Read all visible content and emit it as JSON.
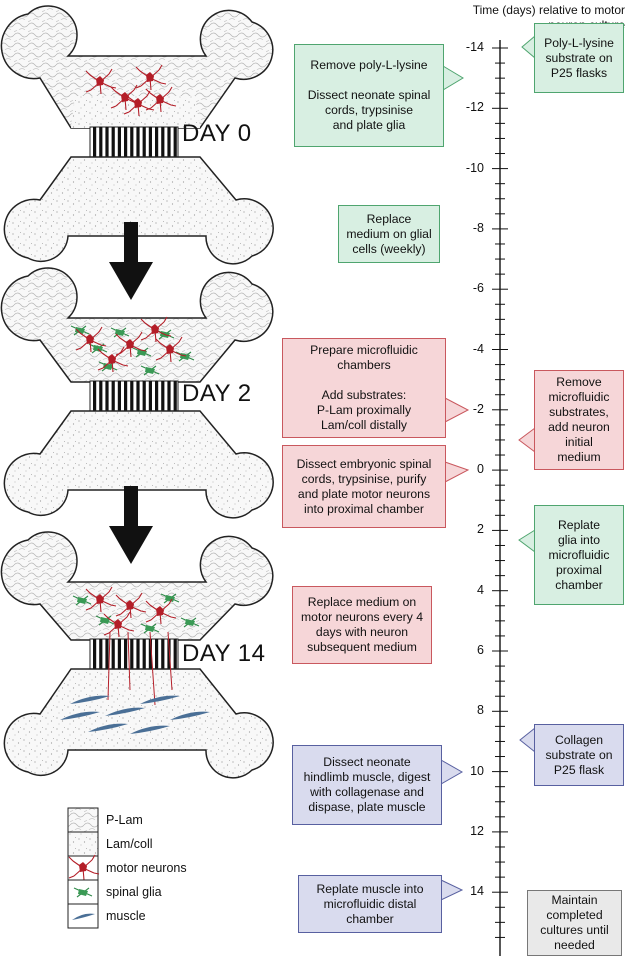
{
  "timeline": {
    "axis_title_line1": "Time (days) relative to motor",
    "axis_title_line2": "neuron culture",
    "ticks": [
      {
        "label": "-14",
        "day": -14
      },
      {
        "label": "-12",
        "day": -12
      },
      {
        "label": "-10",
        "day": -10
      },
      {
        "label": "-8",
        "day": -8
      },
      {
        "label": "-6",
        "day": -6
      },
      {
        "label": "-4",
        "day": -4
      },
      {
        "label": "-2",
        "day": -2
      },
      {
        "label": "0",
        "day": 0
      },
      {
        "label": "2",
        "day": 2
      },
      {
        "label": "4",
        "day": 4
      },
      {
        "label": "6",
        "day": 6
      },
      {
        "label": "8",
        "day": 8
      },
      {
        "label": "10",
        "day": 10
      },
      {
        "label": "12",
        "day": 12
      },
      {
        "label": "14",
        "day": 14
      }
    ],
    "min_day": -14,
    "max_day": 15.5
  },
  "stages": {
    "day0": "DAY 0",
    "day2": "DAY 2",
    "day14": "DAY 14"
  },
  "left_boxes": {
    "remove_pll": "Remove poly-L-lysine\n\nDissect neonate spinal\ncords, trypsinise\nand plate glia",
    "replace_glial": "Replace\nmedium on glial\ncells (weekly)",
    "prepare_chambers": "Prepare microfluidic\nchambers\n\nAdd substrates:\nP-Lam proximally\nLam/coll distally",
    "dissect_embryonic": "Dissect embryonic spinal\ncords, trypsinise, purify\nand plate motor neurons\ninto proximal chamber",
    "replace_motor": "Replace medium on\nmotor neurons every 4\ndays with neuron\nsubsequent medium",
    "dissect_muscle": "Dissect neonate\nhindlimb muscle, digest\nwith collagenase and\ndispase, plate muscle",
    "replate_muscle": "Replate muscle into\nmicrofluidic distal\nchamber"
  },
  "right_boxes": {
    "pll_substrate": "Poly-L-lysine\nsubstrate on\nP25 flasks",
    "remove_substrates": "Remove\nmicrofluidic\nsubstrates,\nadd neuron\ninitial\nmedium",
    "replate_glia": "Replate\nglia into\nmicrofluidic\nproximal\nchamber",
    "collagen_substrate": "Collagen\nsubstrate on\nP25 flask",
    "maintain": "Maintain\ncompleted\ncultures until\nneeded"
  },
  "legend": {
    "p_lam": "P-Lam",
    "lam_coll": "Lam/coll",
    "motor_neurons": "motor neurons",
    "spinal_glia": "spinal glia",
    "muscle": "muscle"
  },
  "colors": {
    "green": "#3a9a55",
    "red": "#b41e28",
    "blue": "#4a6f96",
    "green_box": "#d8efe2",
    "red_box": "#f6d6d8",
    "blue_box": "#d9dbee",
    "grey_box": "#e9e9e9"
  }
}
